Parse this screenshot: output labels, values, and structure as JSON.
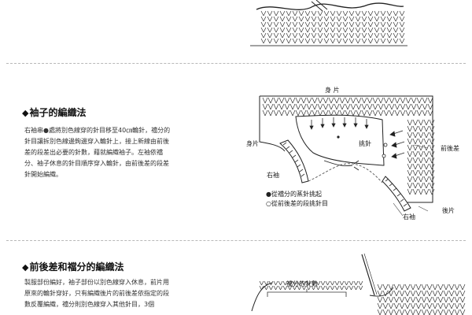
{
  "section1": {
    "heading": "袖子的編織法",
    "paragraph": [
      "右袖串●處將別色線穿的針目移至40㎝輪針，襠分的",
      "針目讓拆別色線邊鉤邊穿入輪針上，接上新線由前後",
      "差的段差出必要的針數，藉就編織袖子。左袖依襠",
      "分、袖子休息的針目順序穿入輪針，由前後差的段差",
      "針開始編織。"
    ],
    "diagram_labels": {
      "body_top": "身 片",
      "body_left": "身片",
      "pick_up": "挑針",
      "right_sleeve": "右袖",
      "front_back_diff": "前後差",
      "right_sleeve_lower": "右袖",
      "back_piece": "後片"
    },
    "legend": [
      "●從襠分的蒸針挑起",
      "○從前後差的段挑針目"
    ]
  },
  "section2": {
    "heading": "前後差和襠分的編織法",
    "paragraph": [
      "製服部份編好，袖子部份以別色線穿入休息，前片用",
      "原來的輪針穿好，只有編織後片的前後差依指定的段",
      "數反覆編織，襠分則別色線穿入其他針目，3個"
    ],
    "diagram_labels": {
      "gusset_stitches": "襠分的針數"
    }
  }
}
